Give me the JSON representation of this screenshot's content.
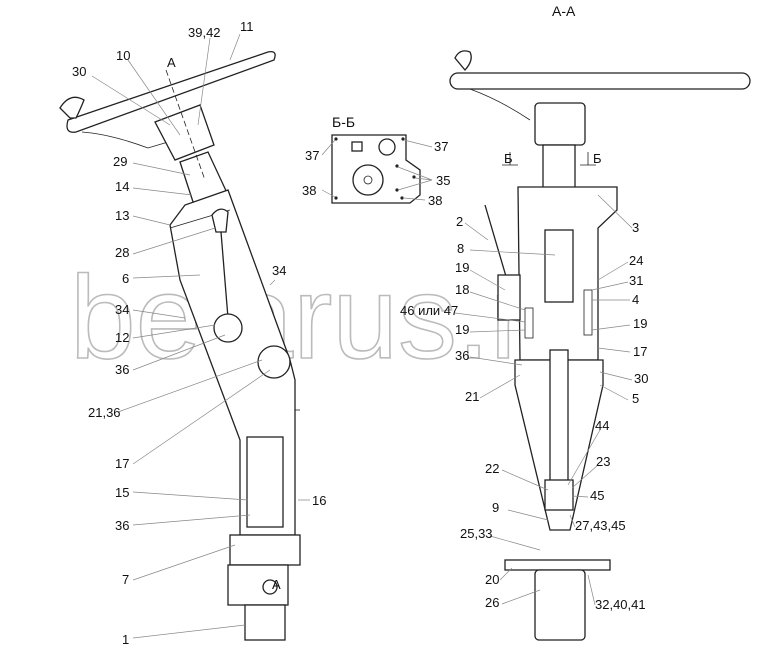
{
  "watermark": "belarus.ru",
  "views": {
    "left": {
      "section_mark": "А",
      "section_mark_bottom": "А",
      "labels": [
        "39,42",
        "11",
        "10",
        "30",
        "29",
        "14",
        "13",
        "28",
        "6",
        "34",
        "34",
        "12",
        "36",
        "21,36",
        "17",
        "15",
        "36",
        "16",
        "7",
        "1"
      ]
    },
    "section_bb": {
      "title": "Б-Б",
      "labels": [
        "37",
        "37",
        "35",
        "38",
        "38"
      ]
    },
    "section_aa": {
      "title": "А-А",
      "cut_marks": [
        "Б",
        "Б"
      ],
      "labels": [
        "3",
        "2",
        "8",
        "24",
        "19",
        "31",
        "18",
        "4",
        "46 или 47",
        "19",
        "19",
        "36",
        "17",
        "21",
        "30",
        "5",
        "44",
        "23",
        "22",
        "45",
        "9",
        "27,43,45",
        "25,33",
        "20",
        "26",
        "32,40,41"
      ]
    }
  }
}
